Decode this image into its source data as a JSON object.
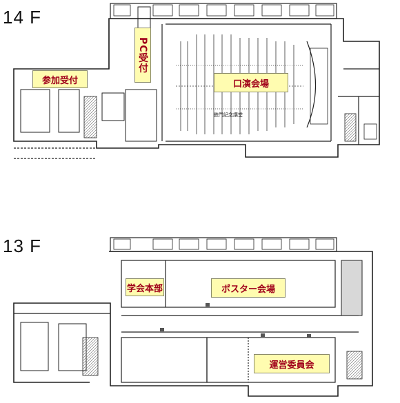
{
  "floors": [
    {
      "label": "14 F",
      "rooms": {
        "registration": "参加受付",
        "pc_reception": "PC受付",
        "oral_hall": "口演会場",
        "hall_caption": "鉄門記念講堂"
      }
    },
    {
      "label": "13 F",
      "rooms": {
        "society_hq": "学会本部",
        "poster_hall": "ポスター会場",
        "committee_room": "運営委員会"
      }
    }
  ],
  "colors": {
    "label_fill": "#fffcb0",
    "label_text": "#a0001a",
    "wall": "#222222",
    "shade": "#d8d8d8"
  }
}
